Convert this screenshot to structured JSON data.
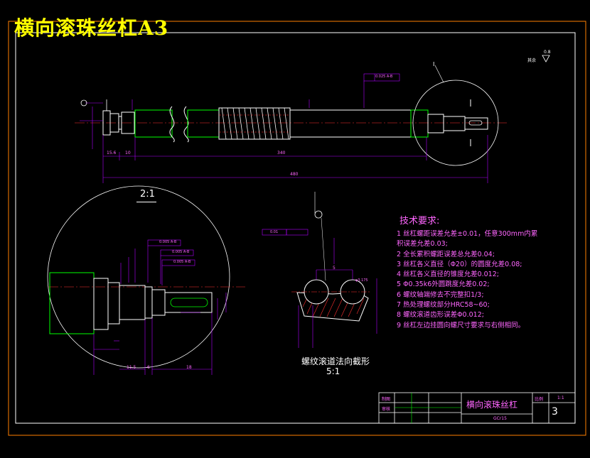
{
  "page_title": "横向滚珠丝杠A3",
  "technical_requirements": {
    "heading": "技术要求:",
    "items": [
      "1  丝杠螺距误差允差±0.01，任意300mm内累",
      "    积误差允差0.03;",
      "2  全长累积螺距误差总允差0.04;",
      "3  丝杠各义直径（Φ20）的圆度允差0.08;",
      "4  丝杠各义直径的锥度允差0.012;",
      "5  Φ0.35k6外圆跳度允差0.02;",
      "6  螺纹轴端修去不完整扣1/3;",
      "7  热处理螺纹部分HRC58~60;",
      "8  螺纹滚道齿形误差Φ0.012;",
      "9  丝杠左边挂圆向螺尺寸要求与右侧相同。"
    ]
  },
  "views": {
    "detail_scale": "2:1",
    "section_title": "螺纹滚道法向截形",
    "section_scale": "5:1",
    "callout_label": "I"
  },
  "dimensions": {
    "overall_length": "480",
    "thread_length": "340",
    "left_15": "15.6",
    "left_10": "10",
    "surface_finish": "0.8",
    "finish_rest": "其余",
    "runout_main": "0.025 A-B",
    "runout_left": "0.01",
    "detail_lengths": [
      "11.5",
      "6",
      "18"
    ],
    "detail_runouts": [
      "0.005 A-B",
      "0.005 A-B",
      "0.005 A-B"
    ],
    "section_values": [
      "5",
      "φ3.175"
    ]
  },
  "title_block": {
    "part_name": "横向滚珠丝杠",
    "sheet_no": "3",
    "material": "GCr15",
    "scale": "1:1",
    "designer_label": "制图",
    "checker_label": "审核",
    "scale_label": "比例"
  },
  "colors": {
    "background": "#000000",
    "outer_border": "#ff8000",
    "inner_border": "#ffffff",
    "heading": "#ffff00",
    "annotation": "#ff66ff",
    "dimension": "#b000ff",
    "geometry": "#ffffff",
    "thread": "#ff3030",
    "shaft_outline": "#00ff00"
  }
}
